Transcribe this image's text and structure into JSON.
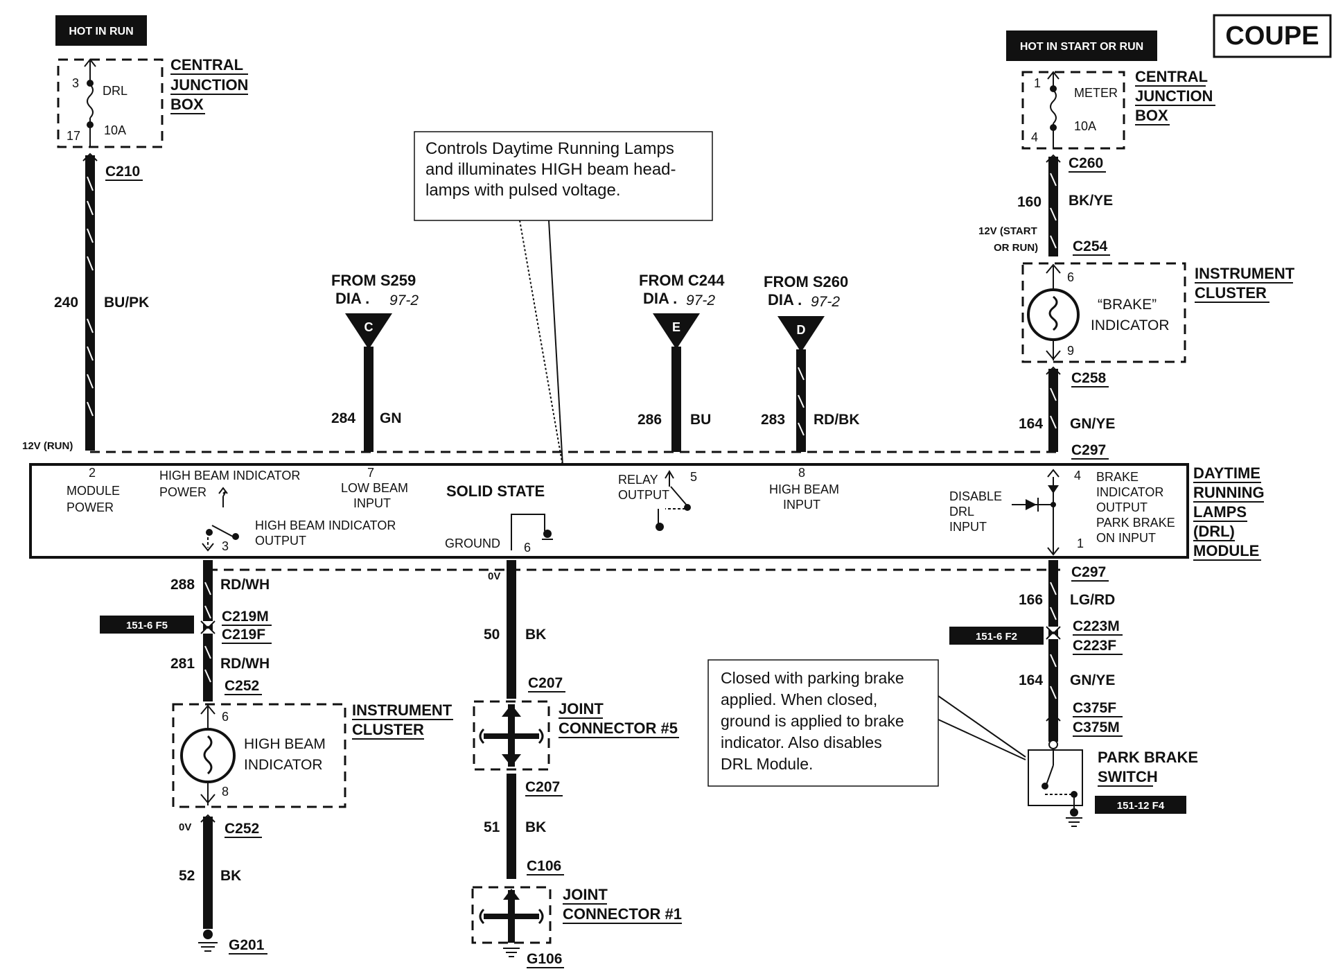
{
  "coupe_label": "COUPE",
  "hot_in_run": "HOT IN RUN",
  "hot_in_start_or_run": "HOT IN START OR RUN",
  "cjb_left": {
    "title1": "CENTRAL",
    "title2": "JUNCTION",
    "title3": "BOX",
    "fuse_name": "DRL",
    "fuse_rating": "10A",
    "pin_top": "3",
    "pin_bottom": "17"
  },
  "cjb_right": {
    "title1": "CENTRAL",
    "title2": "JUNCTION",
    "title3": "BOX",
    "fuse_name": "METER",
    "fuse_rating": "10A",
    "pin_top": "1",
    "pin_bottom": "4"
  },
  "callout_top": {
    "line1": "Controls Daytime Running Lamps",
    "line2": "and illuminates HIGH beam head-",
    "line3": "lamps with pulsed voltage."
  },
  "callout_bottom": {
    "line1": "Closed with parking brake",
    "line2": "applied. When closed,",
    "line3": "ground is applied to brake",
    "line4": "indicator. Also disables",
    "line5": "DRL Module."
  },
  "wires": {
    "w240": {
      "circuit": "240",
      "color": "BU/PK"
    },
    "w284": {
      "circuit": "284",
      "color": "GN"
    },
    "w286": {
      "circuit": "286",
      "color": "BU"
    },
    "w283": {
      "circuit": "283",
      "color": "RD/BK"
    },
    "w160": {
      "circuit": "160",
      "color": "BK/YE"
    },
    "w164a": {
      "circuit": "164",
      "color": "GN/YE"
    },
    "w288": {
      "circuit": "288",
      "color": "RD/WH"
    },
    "w281": {
      "circuit": "281",
      "color": "RD/WH"
    },
    "w52": {
      "circuit": "52",
      "color": "BK"
    },
    "w50": {
      "circuit": "50",
      "color": "BK"
    },
    "w51": {
      "circuit": "51",
      "color": "BK"
    },
    "w166": {
      "circuit": "166",
      "color": "LG/RD"
    },
    "w164b": {
      "circuit": "164",
      "color": "GN/YE"
    }
  },
  "connectors": {
    "c210": "C210",
    "c260": "C260",
    "c254": "C254",
    "c258": "C258",
    "c297_top": "C297",
    "c297_bottom": "C297",
    "c219m": "C219M",
    "c219f": "C219F",
    "c252_top": "C252",
    "c252_bottom": "C252",
    "g201": "G201",
    "c207_top": "C207",
    "c207_bottom": "C207",
    "c106": "C106",
    "g106": "G106",
    "c223m": "C223M",
    "c223f": "C223F",
    "c375f": "C375F",
    "c375m": "C375M"
  },
  "from_refs": {
    "s259": {
      "line1": "FROM S259",
      "dia": "DIA .",
      "page": "97-2",
      "letter": "C"
    },
    "c244": {
      "line1": "FROM C244",
      "dia": "DIA .",
      "page": "97-2",
      "letter": "E"
    },
    "s260": {
      "line1": "FROM S260",
      "dia": "DIA .",
      "page": "97-2",
      "letter": "D"
    }
  },
  "voltages": {
    "v12_run": "12V (RUN)",
    "v12_start1": "12V (START",
    "v12_start2": "OR RUN)",
    "ov_ground": "0V",
    "ov_c252": "0V"
  },
  "module": {
    "title1": "DAYTIME",
    "title2": "RUNNING",
    "title3": "LAMPS",
    "title4": "(DRL)",
    "title5": "MODULE",
    "pin2": "2",
    "module_power1": "MODULE",
    "module_power2": "POWER",
    "hb_ind_power1": "HIGH BEAM INDICATOR",
    "hb_ind_power2": "POWER",
    "hb_ind_output1": "HIGH BEAM INDICATOR",
    "hb_ind_output2": "OUTPUT",
    "pin3": "3",
    "pin7": "7",
    "low_beam1": "LOW BEAM",
    "low_beam2": "INPUT",
    "solid_state": "SOLID STATE",
    "ground": "GROUND",
    "pin6": "6",
    "relay1": "RELAY",
    "relay2": "OUTPUT",
    "pin5": "5",
    "pin8": "8",
    "high_beam1": "HIGH BEAM",
    "high_beam2": "INPUT",
    "disable1": "DISABLE",
    "disable2": "DRL",
    "disable3": "INPUT",
    "pin4": "4",
    "brake1": "BRAKE",
    "brake2": "INDICATOR",
    "brake3": "OUTPUT",
    "park1": "PARK BRAKE",
    "park2": "ON INPUT",
    "pin1": "1"
  },
  "ic_top": {
    "title1": "INSTRUMENT",
    "title2": "CLUSTER",
    "name1": "“BRAKE”",
    "name2": "INDICATOR",
    "pin_top": "6",
    "pin_bottom": "9"
  },
  "ic_bottom": {
    "title1": "INSTRUMENT",
    "title2": "CLUSTER",
    "name1": "HIGH BEAM",
    "name2": "INDICATOR",
    "pin_top": "6",
    "pin_bottom": "8"
  },
  "joint5": {
    "line1": "JOINT",
    "line2": "CONNECTOR #5"
  },
  "joint1": {
    "line1": "JOINT",
    "line2": "CONNECTOR #1"
  },
  "park_brake": {
    "line1": "PARK BRAKE",
    "line2": "SWITCH"
  },
  "refs": {
    "ref_f5": "151-6 F5",
    "ref_f2": "151-6 F2",
    "ref_f4": "151-12 F4"
  }
}
